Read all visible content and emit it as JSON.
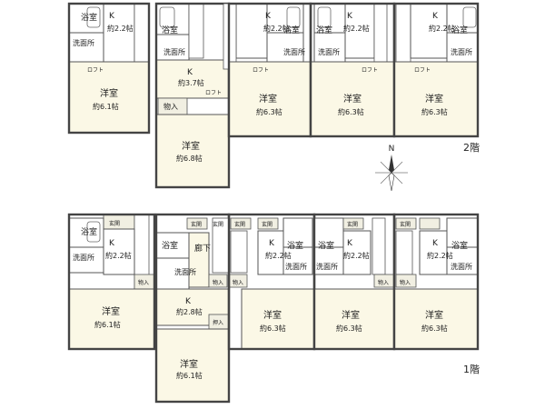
{
  "floors": [
    {
      "name": "2階",
      "rooms": [
        {
          "type": "bath",
          "label": "浴室"
        },
        {
          "type": "kitchen",
          "label": "K",
          "size": "約2.2帖"
        },
        {
          "type": "washroom",
          "label": "洗面所"
        },
        {
          "type": "loft",
          "label": "ロフト"
        },
        {
          "type": "western",
          "label": "洋室",
          "size": "約6.1帖"
        },
        {
          "type": "bath",
          "label": "浴室"
        },
        {
          "type": "washroom",
          "label": "洗面所"
        },
        {
          "type": "kitchen",
          "label": "K",
          "size": "約3.7帖"
        },
        {
          "type": "loft",
          "label": "ロフト"
        },
        {
          "type": "storage",
          "label": "物入"
        },
        {
          "type": "western",
          "label": "洋室",
          "size": "約6.8帖"
        },
        {
          "type": "kitchen",
          "label": "K",
          "size": "約2.2帖"
        },
        {
          "type": "bath",
          "label": "浴室"
        },
        {
          "type": "washroom",
          "label": "洗面所"
        },
        {
          "type": "loft",
          "label": "ロフト"
        },
        {
          "type": "western",
          "label": "洋室",
          "size": "約6.3帖"
        },
        {
          "type": "bath",
          "label": "浴室"
        },
        {
          "type": "kitchen",
          "label": "K",
          "size": "約2.2帖"
        },
        {
          "type": "washroom",
          "label": "洗面所"
        },
        {
          "type": "loft",
          "label": "ロフト"
        },
        {
          "type": "western",
          "label": "洋室",
          "size": "約6.3帖"
        },
        {
          "type": "kitchen",
          "label": "K",
          "size": "約2.2帖"
        },
        {
          "type": "bath",
          "label": "浴室"
        },
        {
          "type": "washroom",
          "label": "洗面所"
        },
        {
          "type": "loft",
          "label": "ロフト"
        },
        {
          "type": "western",
          "label": "洋室",
          "size": "約6.3帖"
        }
      ]
    },
    {
      "name": "1階",
      "rooms": [
        {
          "type": "entrance",
          "label": "玄関"
        },
        {
          "type": "bath",
          "label": "浴室"
        },
        {
          "type": "kitchen",
          "label": "K",
          "size": "約2.2帖"
        },
        {
          "type": "washroom",
          "label": "洗面所"
        },
        {
          "type": "storage",
          "label": "物入"
        },
        {
          "type": "western",
          "label": "洋室",
          "size": "約6.1帖"
        },
        {
          "type": "entrance",
          "label": "玄関"
        },
        {
          "type": "bath",
          "label": "浴室"
        },
        {
          "type": "washroom",
          "label": "洗面所"
        },
        {
          "type": "corridor",
          "label": "廊下"
        },
        {
          "type": "entrance",
          "label": "玄関"
        },
        {
          "type": "kitchen",
          "label": "K",
          "size": "約2.8帖"
        },
        {
          "type": "closet",
          "label": "押入"
        },
        {
          "type": "western",
          "label": "洋室",
          "size": "約6.1帖"
        },
        {
          "type": "entrance",
          "label": "玄関"
        },
        {
          "type": "storage",
          "label": "物入"
        },
        {
          "type": "entrance",
          "label": "玄関"
        },
        {
          "type": "storage",
          "label": "物入"
        },
        {
          "type": "kitchen",
          "label": "K",
          "size": "約2.2帖"
        },
        {
          "type": "bath",
          "label": "浴室"
        },
        {
          "type": "washroom",
          "label": "洗面所"
        },
        {
          "type": "western",
          "label": "洋室",
          "size": "約6.3帖"
        },
        {
          "type": "entrance",
          "label": "玄関"
        },
        {
          "type": "bath",
          "label": "浴室"
        },
        {
          "type": "kitchen",
          "label": "K",
          "size": "約2.2帖"
        },
        {
          "type": "washroom",
          "label": "洗面所"
        },
        {
          "type": "storage",
          "label": "物入"
        },
        {
          "type": "western",
          "label": "洋室",
          "size": "約6.3帖"
        },
        {
          "type": "entrance",
          "label": "玄関"
        },
        {
          "type": "kitchen",
          "label": "K",
          "size": "約2.2帖"
        },
        {
          "type": "bath",
          "label": "浴室"
        },
        {
          "type": "washroom",
          "label": "洗面所"
        },
        {
          "type": "storage",
          "label": "物入"
        },
        {
          "type": "western",
          "label": "洋室",
          "size": "約6.3帖"
        }
      ]
    }
  ],
  "compass": {
    "label": "N"
  },
  "colors": {
    "room": "#fbf8e6",
    "wall": "#444444"
  }
}
